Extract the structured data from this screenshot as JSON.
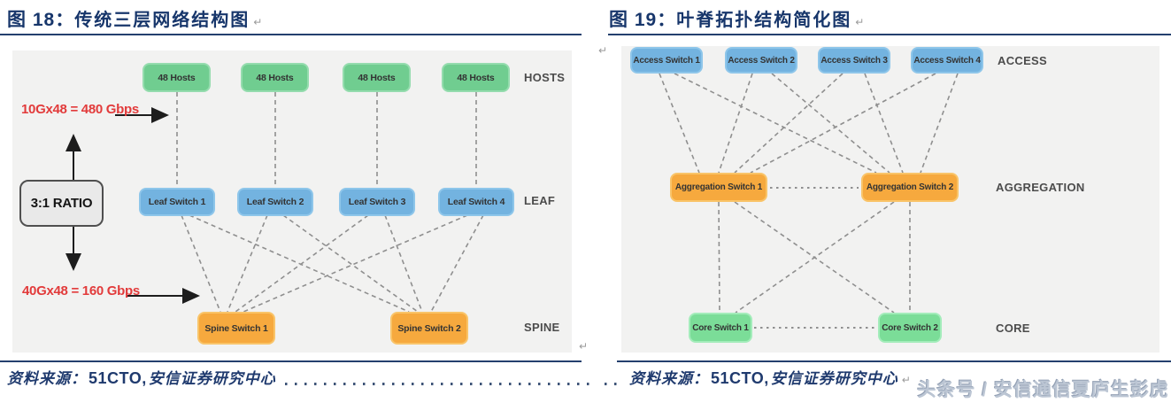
{
  "figures": {
    "left": {
      "title_prefix": "图 18：",
      "title": "传统三层网络结构图",
      "hosts": [
        "48 Hosts",
        "48 Hosts",
        "48 Hosts",
        "48 Hosts"
      ],
      "leaf_switches": [
        "Leaf Switch 1",
        "Leaf Switch 2",
        "Leaf Switch 3",
        "Leaf Switch 4"
      ],
      "spine_switches": [
        "Spine Switch 1",
        "Spine Switch 2"
      ],
      "layer_labels": {
        "hosts": "HOSTS",
        "leaf": "LEAF",
        "spine": "SPINE"
      },
      "annotations": {
        "host_bandwidth": "10Gx48 = 480 Gbps",
        "spine_bandwidth": "40Gx48 = 160 Gbps",
        "ratio": "3:1 RATIO"
      },
      "source": {
        "label": "资料来源：",
        "name": "51CTO,",
        "org": "安信证券研究中心"
      }
    },
    "right": {
      "title_prefix": "图 19：",
      "title": "叶脊拓扑结构简化图",
      "access_switches": [
        "Access Switch 1",
        "Access Switch 2",
        "Access Switch 3",
        "Access Switch 4"
      ],
      "aggregation_switches": [
        "Aggregation Switch 1",
        "Aggregation Switch 2"
      ],
      "core_switches": [
        "Core Switch 1",
        "Core Switch 2"
      ],
      "layer_labels": {
        "access": "ACCESS",
        "aggregation": "AGGREGATION",
        "core": "CORE"
      },
      "source": {
        "label": "资料来源：",
        "name": "51CTO,",
        "org": "安信证券研究中心"
      }
    }
  },
  "marks": {
    "return": "↵"
  },
  "watermark": "头条号 / 安信通信夏庐生彭虎",
  "colors": {
    "title_navy": "#17366b",
    "rule_navy": "#24406e",
    "panel_bg": "#f2f2f1",
    "host_green": "#70cd90",
    "switch_blue": "#73b3e0",
    "orange": "#f6a93e",
    "core_green": "#7bdd98",
    "annotation_red": "#e23b3b",
    "connector_gray": "#8f8f8f",
    "source_navy": "#1f3a6e"
  }
}
